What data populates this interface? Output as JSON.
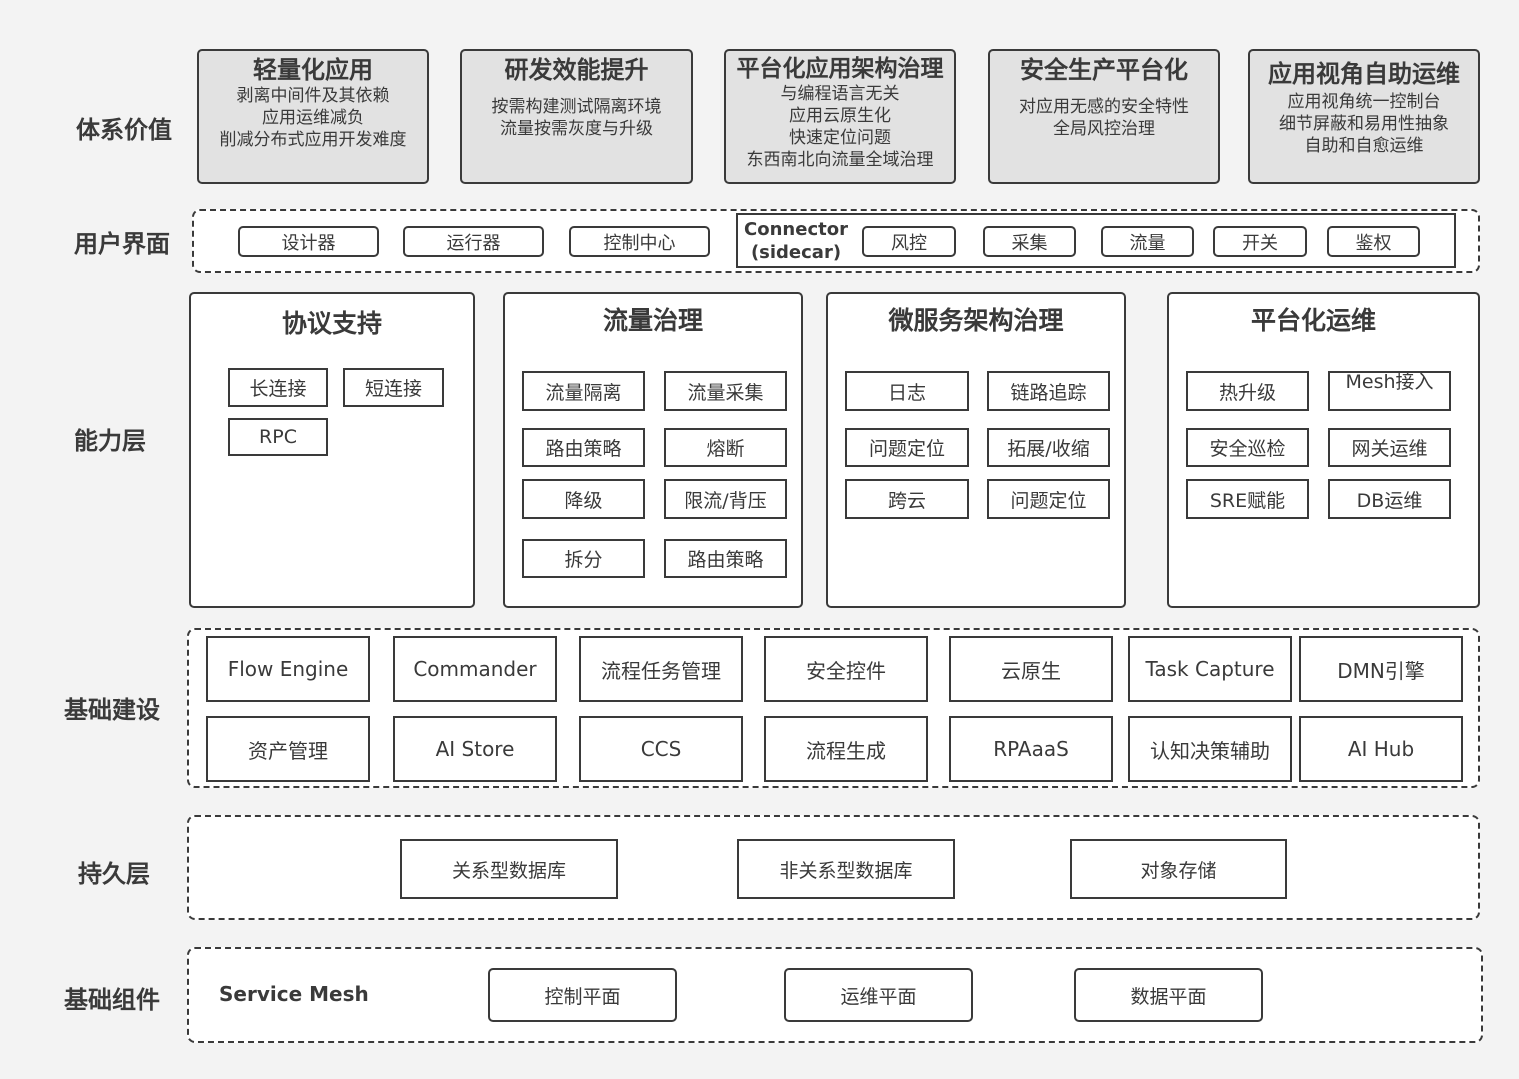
{
  "rows": {
    "value": "体系价值",
    "ui": "用户界面",
    "capability": "能力层",
    "infra": "基础建设",
    "persist": "持久层",
    "base": "基础组件"
  },
  "values": [
    {
      "title": "轻量化应用",
      "lines": [
        "剥离中间件及其依赖",
        "应用运维减负",
        "削减分布式应用开发难度"
      ]
    },
    {
      "title": "研发效能提升",
      "lines": [
        "按需构建测试隔离环境",
        "流量按需灰度与升级"
      ]
    },
    {
      "title": "平台化应用架构治理",
      "lines": [
        "与编程语言无关",
        "应用云原生化",
        "快速定位问题",
        "东西南北向流量全域治理"
      ]
    },
    {
      "title": "安全生产平台化",
      "lines": [
        "对应用无感的安全特性",
        "全局风控治理"
      ]
    },
    {
      "title": "应用视角自助运维",
      "lines": [
        "应用视角统一控制台",
        "细节屏蔽和易用性抽象",
        "自助和自愈运维"
      ]
    }
  ],
  "ui": {
    "tools": [
      "设计器",
      "运行器",
      "控制中心"
    ],
    "connector_line1": "Connector",
    "connector_line2": "(sidecar)",
    "connector_items": [
      "风控",
      "采集",
      "流量",
      "开关",
      "鉴权"
    ]
  },
  "capability": {
    "protocol": {
      "title": "协议支持",
      "items": [
        "长连接",
        "短连接",
        "RPC"
      ]
    },
    "traffic": {
      "title": "流量治理",
      "items": [
        "流量隔离",
        "流量采集",
        "路由策略",
        "熔断",
        "降级",
        "限流/背压",
        "拆分",
        "路由策略"
      ]
    },
    "micro": {
      "title": "微服务架构治理",
      "items": [
        "日志",
        "链路追踪",
        "问题定位",
        "拓展/收缩",
        "跨云",
        "问题定位"
      ]
    },
    "ops": {
      "title": "平台化运维",
      "items": [
        "热升级",
        "Mesh接入",
        "安全巡检",
        "网关运维",
        "SRE赋能",
        "DB运维"
      ]
    }
  },
  "infra": {
    "row1": [
      "Flow Engine",
      "Commander",
      "流程任务管理",
      "安全控件",
      "云原生",
      "Task Capture",
      "DMN引擎"
    ],
    "row2": [
      "资产管理",
      "AI Store",
      "CCS",
      "流程生成",
      "RPAaaS",
      "认知决策辅助",
      "AI Hub"
    ]
  },
  "persist": [
    "关系型数据库",
    "非关系型数据库",
    "对象存储"
  ],
  "base": {
    "service_mesh": "Service Mesh",
    "items": [
      "控制平面",
      "运维平面",
      "数据平面"
    ]
  }
}
